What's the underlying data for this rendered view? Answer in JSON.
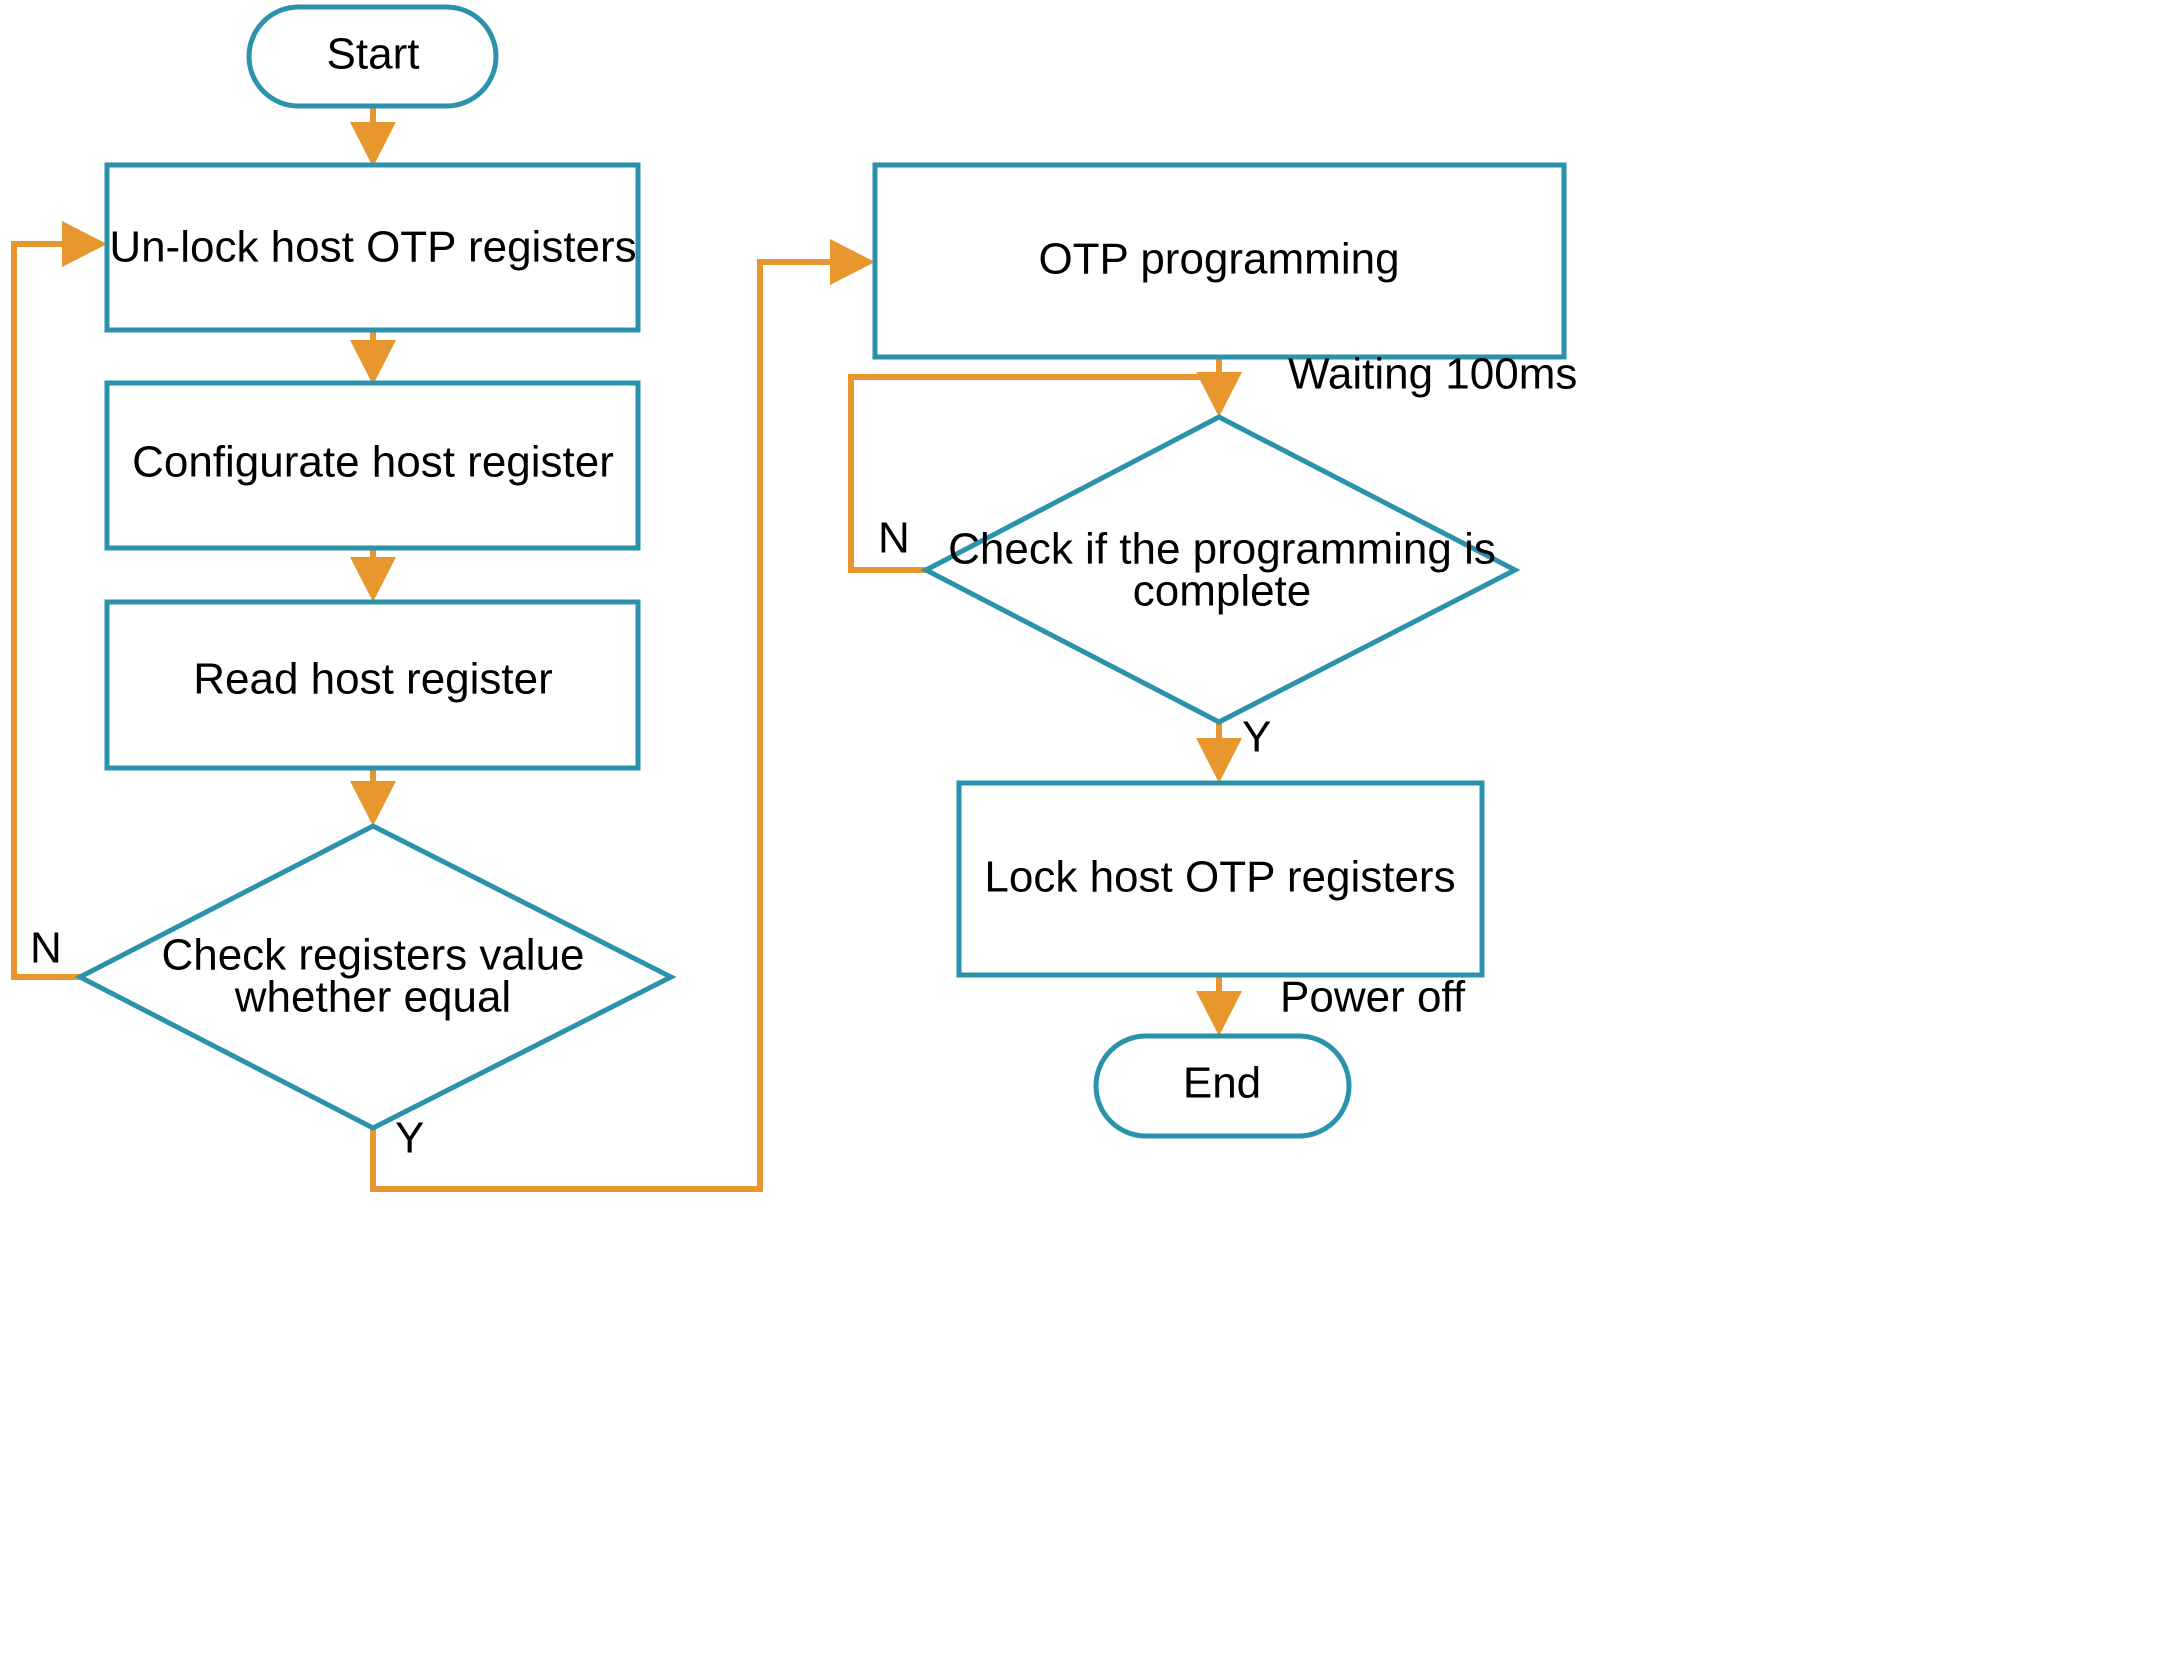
{
  "diagram": {
    "title": "Host OTP programming flowchart",
    "colors": {
      "node_stroke": "#2b92ab",
      "edge": "#e8972e",
      "text": "#000000",
      "background": "#ffffff"
    },
    "nodes": {
      "start": {
        "label": "Start",
        "type": "terminator"
      },
      "unlock": {
        "label": "Un-lock host OTP registers",
        "type": "process"
      },
      "configure": {
        "label": "Configurate host register",
        "type": "process"
      },
      "read": {
        "label": "Read host register",
        "type": "process"
      },
      "check_equal": {
        "line1": "Check registers value",
        "line2": "whether equal",
        "type": "decision"
      },
      "otp_programming": {
        "label": "OTP programming",
        "type": "process"
      },
      "check_complete": {
        "line1": "Check if the programming is",
        "line2": "complete",
        "type": "decision"
      },
      "lock": {
        "label": "Lock host OTP registers",
        "type": "process"
      },
      "end": {
        "label": "End",
        "type": "terminator"
      }
    },
    "edge_labels": {
      "check_equal_no": "N",
      "check_equal_yes": "Y",
      "waiting": "Waiting 100ms",
      "check_complete_no": "N",
      "check_complete_yes": "Y",
      "power_off": "Power off"
    }
  }
}
